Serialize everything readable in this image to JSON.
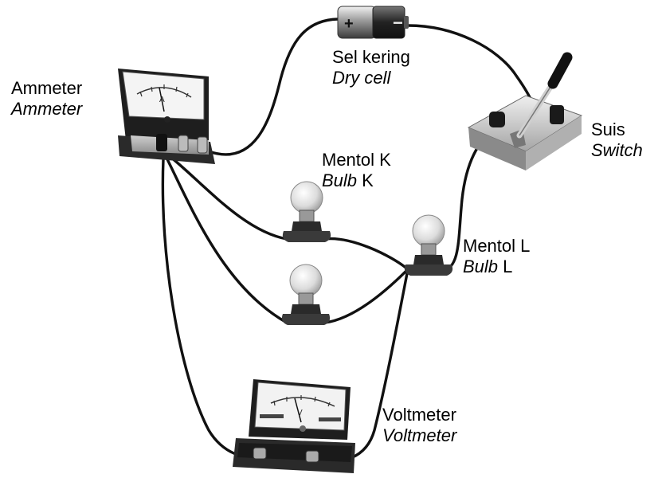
{
  "labels": {
    "ammeter": {
      "line1": "Ammeter",
      "line2": "Ammeter"
    },
    "dry_cell": {
      "line1": "Sel kering",
      "line2": "Dry cell"
    },
    "switch": {
      "line1": "Suis",
      "line2": "Switch"
    },
    "bulb_k": {
      "line1": "Mentol K",
      "line2_italic": "Bulb",
      "line2_rest": " K"
    },
    "bulb_l": {
      "line1": "Mentol L",
      "line2_italic": "Bulb",
      "line2_rest": " L"
    },
    "voltmeter": {
      "line1": "Voltmeter",
      "line2": "Voltmeter"
    }
  },
  "dry_cell_terminals": {
    "positive": "+",
    "negative": "−"
  },
  "meter_symbols": {
    "ammeter": "A",
    "voltmeter": "V"
  },
  "style": {
    "wire_color": "#111111",
    "device_dark": "#2b2b2b",
    "device_light": "#d9d9d9",
    "text_color": "#000000"
  }
}
